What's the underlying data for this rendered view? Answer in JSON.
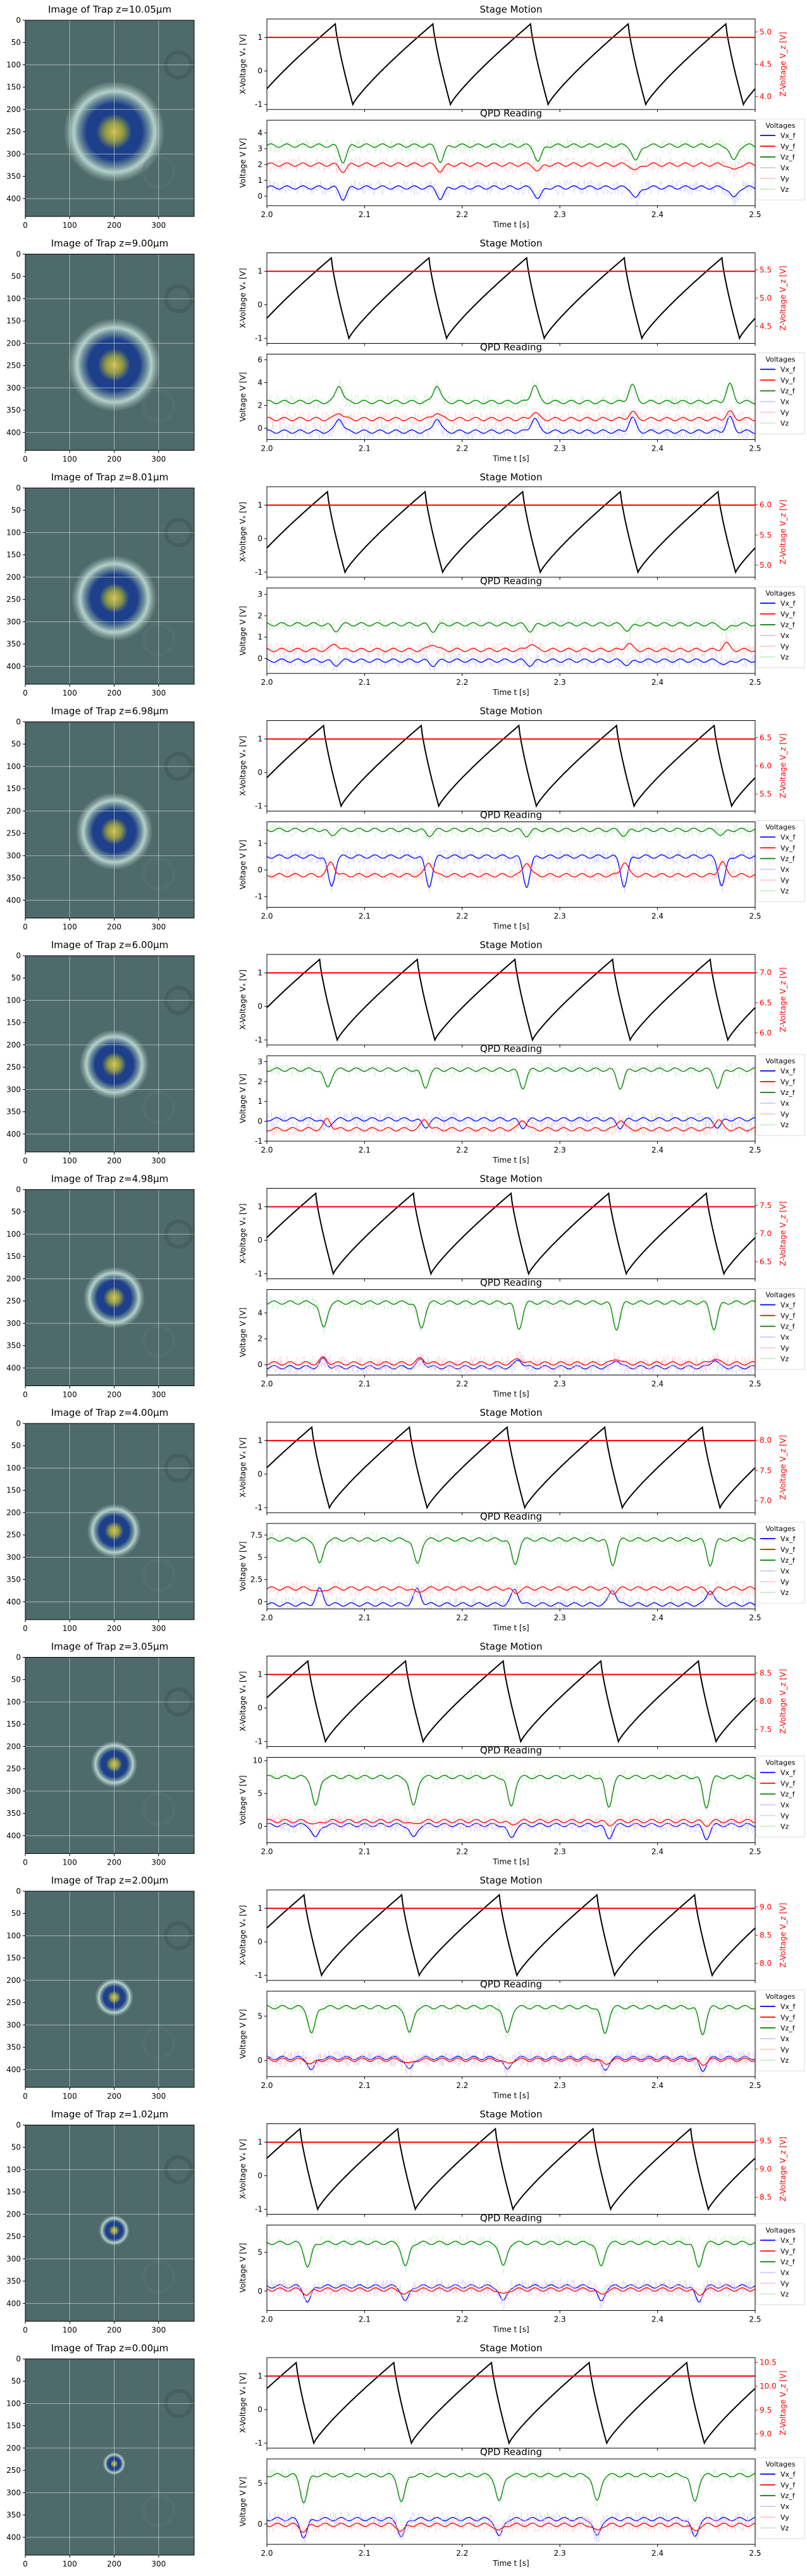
{
  "figure": {
    "rows": [
      {
        "z_label": "Image of Trap z=10.05μm",
        "z_um": 10.05,
        "z_ticks": [
          4.0,
          4.5,
          5.0
        ],
        "z_lim": [
          3.8,
          5.2
        ],
        "qpd_ticks": [
          0,
          1,
          2,
          3,
          4
        ],
        "qpd_lim": [
          -0.6,
          4.8
        ],
        "vx": 0.55,
        "vy": 2.0,
        "vz": 3.2,
        "vx_dip": 0.7,
        "vy_dip": 0.4,
        "vz_dip": 1.0
      },
      {
        "z_label": "Image of Trap z=9.00μm",
        "z_um": 9.0,
        "z_ticks": [
          4.5,
          5.0,
          5.5
        ],
        "z_lim": [
          4.2,
          5.8
        ],
        "qpd_ticks": [
          0,
          2,
          4,
          6
        ],
        "qpd_lim": [
          -1.0,
          6.5
        ],
        "vx": -0.3,
        "vy": 0.8,
        "vz": 2.3,
        "vx_dip": -1.2,
        "vy_dip": -0.6,
        "vz_dip": -1.5
      },
      {
        "z_label": "Image of Trap z=8.01μm",
        "z_um": 8.01,
        "z_ticks": [
          5.0,
          5.5,
          6.0
        ],
        "z_lim": [
          4.8,
          6.3
        ],
        "qpd_ticks": [
          0,
          1,
          2,
          3
        ],
        "qpd_lim": [
          -0.7,
          3.3
        ],
        "vx": -0.1,
        "vy": 0.4,
        "vz": 1.6,
        "vx_dip": 0.2,
        "vy_dip": -0.3,
        "vz_dip": 0.3
      },
      {
        "z_label": "Image of Trap z=6.98μm",
        "z_um": 6.98,
        "z_ticks": [
          5.5,
          6.0,
          6.5
        ],
        "z_lim": [
          5.2,
          6.8
        ],
        "qpd_ticks": [
          -1,
          0,
          1
        ],
        "qpd_lim": [
          -1.4,
          1.8
        ],
        "vx": 0.5,
        "vy": -0.2,
        "vz": 1.5,
        "vx_dip": 1.1,
        "vy_dip": -0.5,
        "vz_dip": 0.2
      },
      {
        "z_label": "Image of Trap z=6.00μm",
        "z_um": 6.0,
        "z_ticks": [
          6.0,
          6.5,
          7.0
        ],
        "z_lim": [
          5.8,
          7.3
        ],
        "qpd_ticks": [
          -1,
          0,
          1,
          2,
          3
        ],
        "qpd_lim": [
          -1.0,
          3.3
        ],
        "vx": 0.1,
        "vy": -0.4,
        "vz": 2.6,
        "vx_dip": 0.4,
        "vy_dip": -0.5,
        "vz_dip": 0.9
      },
      {
        "z_label": "Image of Trap z=4.98μm",
        "z_um": 4.98,
        "z_ticks": [
          6.5,
          7.0,
          7.5
        ],
        "z_lim": [
          6.2,
          7.8
        ],
        "qpd_ticks": [
          0,
          2,
          4
        ],
        "qpd_lim": [
          -0.8,
          5.8
        ],
        "vx": -0.2,
        "vy": 0.1,
        "vz": 4.8,
        "vx_dip": -0.6,
        "vy_dip": -0.4,
        "vz_dip": 2.0
      },
      {
        "z_label": "Image of Trap z=4.00μm",
        "z_um": 4.0,
        "z_ticks": [
          7.0,
          7.5,
          8.0
        ],
        "z_lim": [
          6.8,
          8.3
        ],
        "qpd_ticks": [
          0.0,
          2.5,
          5.0,
          7.5
        ],
        "qpd_lim": [
          -0.8,
          8.8
        ],
        "vx": -0.3,
        "vy": 1.5,
        "vz": 7.0,
        "vx_dip": -1.7,
        "vy_dip": 0.5,
        "vz_dip": 2.8
      },
      {
        "z_label": "Image of Trap z=3.05μm",
        "z_um": 3.05,
        "z_ticks": [
          7.5,
          8.0,
          8.5
        ],
        "z_lim": [
          7.2,
          8.8
        ],
        "qpd_ticks": [
          0,
          5,
          10
        ],
        "qpd_lim": [
          -2.5,
          10.5
        ],
        "vx": 0.2,
        "vy": 0.8,
        "vz": 7.5,
        "vx_dip": 2.0,
        "vy_dip": 0.6,
        "vz_dip": 4.5
      },
      {
        "z_label": "Image of Trap z=2.00μm",
        "z_um": 2.0,
        "z_ticks": [
          8.0,
          8.5,
          9.0
        ],
        "z_lim": [
          7.7,
          9.3
        ],
        "qpd_ticks": [
          0,
          5
        ],
        "qpd_lim": [
          -1.8,
          7.8
        ],
        "vx": 0.3,
        "vy": 0.1,
        "vz": 6.0,
        "vx_dip": 1.4,
        "vy_dip": 0.5,
        "vz_dip": 3.0
      },
      {
        "z_label": "Image of Trap z=1.02μm",
        "z_um": 1.02,
        "z_ticks": [
          8.5,
          9.0,
          9.5
        ],
        "z_lim": [
          8.2,
          9.8
        ],
        "qpd_ticks": [
          0,
          5
        ],
        "qpd_lim": [
          -2.5,
          8.5
        ],
        "vx": 0.6,
        "vy": 0.2,
        "vz": 6.2,
        "vx_dip": 2.0,
        "vy_dip": 0.7,
        "vz_dip": 3.1
      },
      {
        "z_label": "Image of Trap z=0.00μm",
        "z_um": 0.0,
        "z_ticks": [
          9.0,
          9.5,
          10.0,
          10.5
        ],
        "z_lim": [
          8.7,
          10.6
        ],
        "qpd_ticks": [
          0,
          5
        ],
        "qpd_lim": [
          -2.5,
          8.0
        ],
        "vx": 0.6,
        "vy": -0.1,
        "vz": 6.0,
        "vx_dip": 2.2,
        "vy_dip": 0.8,
        "vz_dip": 3.3
      }
    ],
    "image_axis": {
      "y_ticks": [
        0,
        50,
        100,
        150,
        200,
        250,
        300,
        350,
        400
      ],
      "x_ticks": [
        0,
        100,
        200,
        300
      ],
      "ylim": [
        0,
        440
      ],
      "xlim": [
        0,
        380
      ]
    },
    "stage_title": "Stage Motion",
    "qpd_title": "QPD Reading",
    "x_ticks": [
      2.0,
      2.1,
      2.2,
      2.3,
      2.4,
      2.5
    ],
    "xlim": [
      2.0,
      2.5
    ],
    "x_label": "Time t [s]",
    "stage_y_label": "X-Voltage Vₓ [V]",
    "stage_y2_label": "Z-Voltage V_z [V]",
    "stage_y_ticks": [
      -1,
      0,
      1
    ],
    "stage_ylim": [
      -1.15,
      1.55
    ],
    "qpd_y_label": "Voltage V [V]",
    "legend_title": "Voltages",
    "legend": [
      {
        "label": "Vx_f",
        "color": "#0000ff"
      },
      {
        "label": "Vy_f",
        "color": "#ff0000"
      },
      {
        "label": "Vz_f",
        "color": "#008000"
      },
      {
        "label": "Vx",
        "color": "#c8c8ff"
      },
      {
        "label": "Vy",
        "color": "#ffc8c8"
      },
      {
        "label": "Vz",
        "color": "#c8ecc8"
      }
    ],
    "colors": {
      "stage_x": "#000000",
      "stage_z": "#ff0000",
      "image_bg": "#4f6a6a",
      "bead_core": "#d8c04a",
      "bead_ring": "#1e3f8a",
      "halo": "#b5d0cc"
    }
  },
  "chart_data": {
    "type": "line",
    "description_source": "stage sawtooth period ~0.1 s; x voltage ramps -1 to 1.4 V then drops; z voltage constant per row",
    "stage_x": {
      "period_s": 0.1,
      "min_v": -1.0,
      "max_v": 1.4
    },
    "series": [
      {
        "name": "Vx_f"
      },
      {
        "name": "Vy_f"
      },
      {
        "name": "Vz_f"
      },
      {
        "name": "Vx"
      },
      {
        "name": "Vy"
      },
      {
        "name": "Vz"
      }
    ]
  }
}
